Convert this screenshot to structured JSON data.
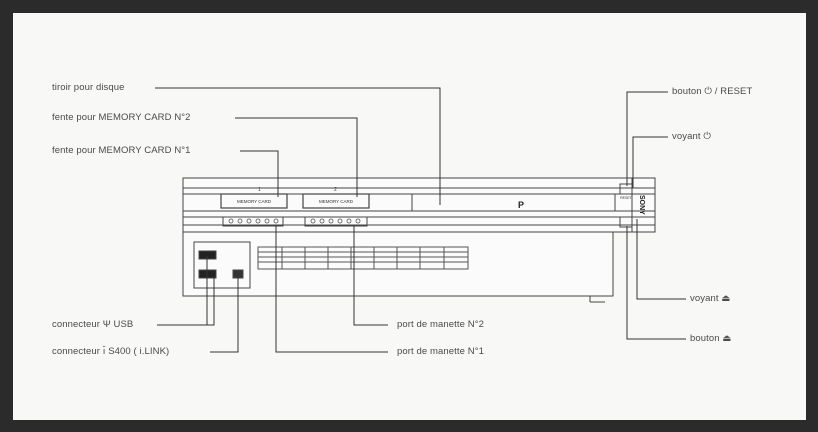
{
  "labels": {
    "disc_tray": "tiroir pour disque",
    "memory_card_2": "fente pour MEMORY CARD N°2",
    "memory_card_1": "fente pour MEMORY CARD N°1",
    "usb": "connecteur Ψ USB",
    "s400": "connecteur ı̆ S400 ( i.LINK)",
    "power_reset": "bouton ⏻ / RESET",
    "power_led": "voyant ⏻",
    "eject_led": "voyant ⏏",
    "eject_button": "bouton ⏏",
    "controller_2": "port de manette N°2",
    "controller_1": "port de manette N°1"
  },
  "console": {
    "memory_card_caption": "MEMORY CARD",
    "slot_mark_1": "1",
    "slot_mark_2": "2",
    "brand": "SONY",
    "logo": "P",
    "reset_caption": "RESET"
  },
  "colors": {
    "frame": "#2b2b2b",
    "background": "#f8f8f6",
    "line": "#333333",
    "text": "#4a4a4a"
  }
}
